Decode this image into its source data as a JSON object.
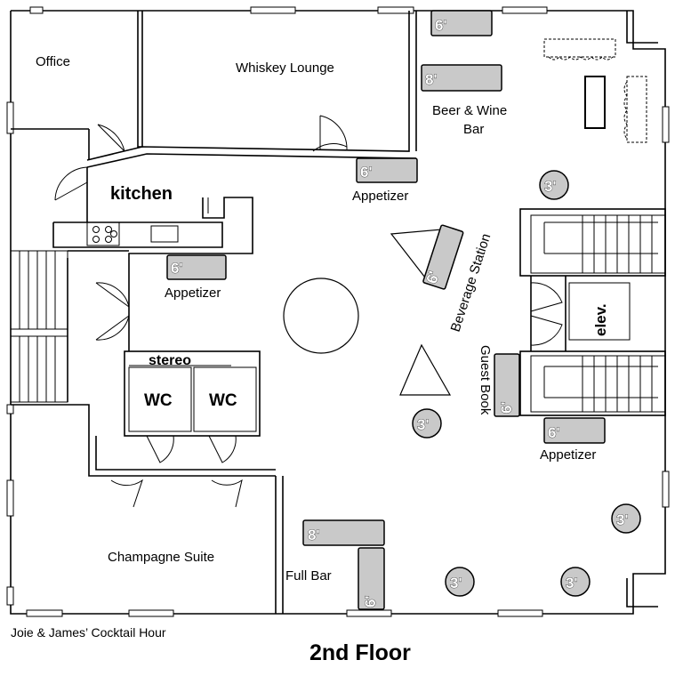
{
  "floor_title": "2nd Floor",
  "caption": "Joie & James’ Cocktail Hour",
  "rooms": {
    "office": "Office",
    "whiskey_lounge": "Whiskey Lounge",
    "beer_wine_bar_line1": "Beer & Wine",
    "beer_wine_bar_line2": "Bar",
    "kitchen": "kitchen",
    "stereo": "stereo",
    "wc_left": "WC",
    "wc_right": "WC",
    "elevator": "elev.",
    "champagne_suite": "Champagne Suite",
    "full_bar": "Full Bar",
    "beverage_station": "Beverage Station",
    "guest_book": "Guest Book"
  },
  "appetizer_labels": {
    "top": "Appetizer",
    "left": "Appetizer",
    "right": "Appetizer"
  },
  "tables": {
    "bar_top_6": "6'",
    "bar_8": "8'",
    "appetizer_top_6": "6'",
    "appetizer_left_6": "6'",
    "beverage_6": "6'",
    "guest_book_6": "6'",
    "appetizer_right_6": "6'",
    "full_bar_8": "8'",
    "full_bar_6": "6'"
  },
  "round_tables": {
    "r1": "3'",
    "r2": "3'",
    "r3": "3'",
    "r4": "3'",
    "r5": "3'"
  },
  "colors": {
    "table_fill": "#c9c9c9",
    "wall": "#000000"
  }
}
